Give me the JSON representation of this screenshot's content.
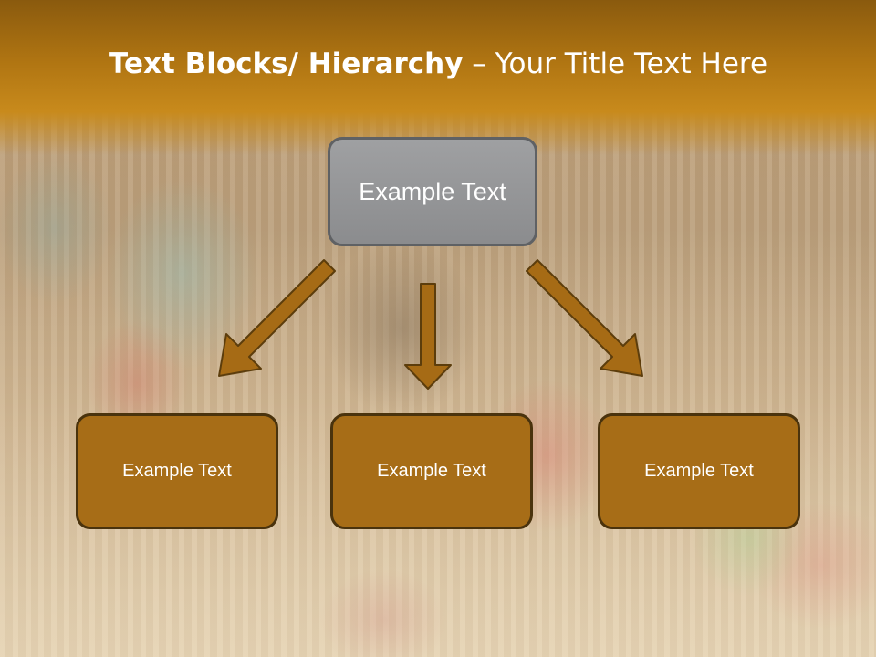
{
  "slide": {
    "title_bold": "Text Blocks/ Hierarchy",
    "title_rest": " – Your Title Text Here"
  },
  "diagram": {
    "top_box": "Example Text",
    "children": [
      "Example Text",
      "Example Text",
      "Example Text"
    ]
  },
  "colors": {
    "title_band": "#b07512",
    "top_box_fill": "#8b8c8e",
    "child_box_fill": "#a76d17",
    "arrow_fill": "#a66b15",
    "arrow_stroke": "#5c3d0c"
  }
}
